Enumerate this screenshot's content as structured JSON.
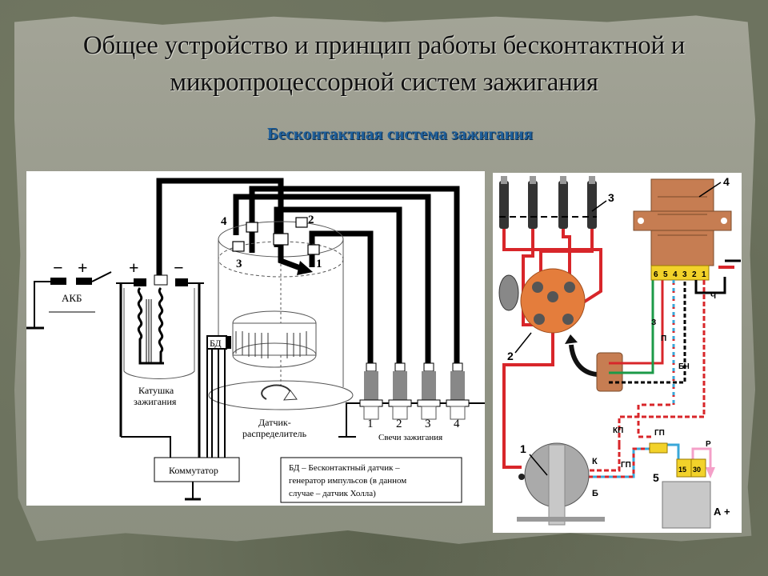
{
  "slide": {
    "title_line1": "Общее устройство и принцип работы бесконтактной и",
    "title_line2": "микропроцессорной систем зажигания",
    "subtitle": "Бесконтактная система зажигания"
  },
  "left_diagram": {
    "battery_label": "АКБ",
    "battery_minus": "−",
    "battery_plus": "+",
    "coil_plus": "+",
    "coil_minus": "−",
    "coil_label_line1": "Катушка",
    "coil_label_line2": "зажигания",
    "sensor_label": "БД",
    "distributor_terminals": [
      "1",
      "2",
      "3",
      "4"
    ],
    "distributor_label_line1": "Датчик-",
    "distributor_label_line2": "распределитель",
    "switch_label": "Коммутатор",
    "spark_plug_numbers": [
      "1",
      "2",
      "3",
      "4"
    ],
    "spark_plugs_label": "Свечи зажигания",
    "note_line1": "БД – Бесконтактный датчик –",
    "note_line2": "генератор импульсов (в данном",
    "note_line3": "случае – датчик Холла)"
  },
  "right_diagram": {
    "callouts": [
      "1",
      "2",
      "3",
      "4",
      "5"
    ],
    "connector_pins": [
      "6",
      "5",
      "4",
      "3",
      "2",
      "1"
    ],
    "wire_labels": {
      "green": "З",
      "red": "П",
      "black_white": "БЧ",
      "black": "Ч",
      "red_white": "КП",
      "blue_red_top": "ГП",
      "blue_red_bottom": "ГП",
      "pink": "Р",
      "coil_k": "К",
      "coil_b": "Б"
    },
    "ignition_switch_terminals": [
      "15",
      "30"
    ],
    "battery_terminal": "А +"
  },
  "colors": {
    "wire_red": "#d8262a",
    "wire_green": "#1c9a48",
    "wire_blue": "#3aa7d8",
    "wire_pink": "#f4a0c8",
    "distributor_orange": "#e47d3c",
    "module_brown": "#c67d52",
    "connector_yellow": "#f2d22a",
    "subtitle_blue": "#1f5f9a"
  }
}
